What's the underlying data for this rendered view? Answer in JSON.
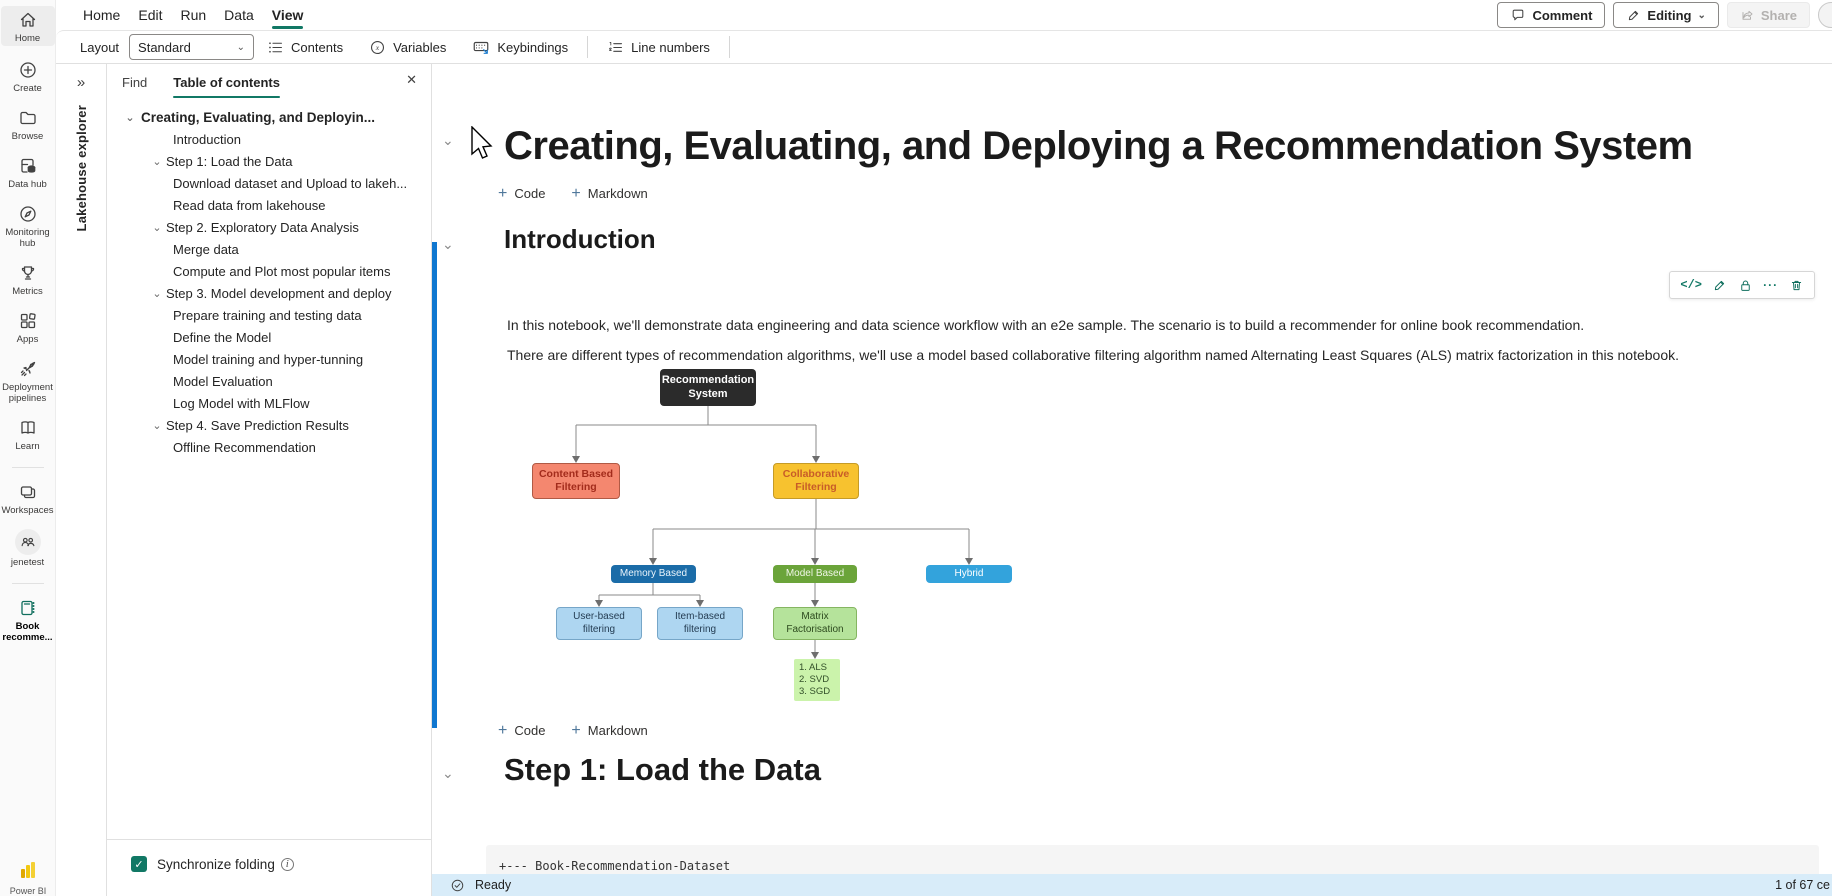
{
  "colors": {
    "accent_teal": "#117865",
    "scrollbar_blue": "#0f77d0",
    "statusbar_bg": "#d8ecf9",
    "node_black": "#2b2b2b",
    "node_salmon": "#f4876f",
    "node_yellow": "#f7c22f",
    "node_darkblue": "#1b6ca8",
    "node_green": "#6ba43a",
    "node_lightblue_box": "#33a3dc",
    "node_paleblue": "#aed6f1",
    "node_palegreen": "#b5e39b",
    "node_listgreen": "#cbf3ab"
  },
  "icons": {
    "plus": "+",
    "chevron_down": "⌄",
    "double_chevron_right": "»",
    "close": "✕",
    "more": "···",
    "code_glyph": "</>",
    "check": "✓",
    "info": "i"
  },
  "menu": {
    "items": [
      "Home",
      "Edit",
      "Run",
      "Data",
      "View"
    ],
    "active": "View"
  },
  "topbar": {
    "comment": "Comment",
    "editing": "Editing",
    "share": "Share"
  },
  "toolbar": {
    "layout_label": "Layout",
    "layout_value": "Standard",
    "contents": "Contents",
    "variables": "Variables",
    "keybindings": "Keybindings",
    "line_numbers": "Line numbers"
  },
  "rail": {
    "items": [
      {
        "label": "Home"
      },
      {
        "label": "Create"
      },
      {
        "label": "Browse"
      },
      {
        "label": "Data hub"
      },
      {
        "label": "Monitoring hub"
      },
      {
        "label": "Metrics"
      },
      {
        "label": "Apps"
      },
      {
        "label": "Deployment pipelines"
      },
      {
        "label": "Learn"
      },
      {
        "label": "Workspaces"
      },
      {
        "label": "jenetest"
      },
      {
        "label": "Book recomme..."
      }
    ],
    "brand": "Power BI"
  },
  "explorer": {
    "title": "Lakehouse explorer"
  },
  "toc": {
    "tab_find": "Find",
    "tab_contents": "Table of contents",
    "items": [
      {
        "label": "Creating, Evaluating, and Deployin..."
      },
      {
        "label": "Introduction"
      },
      {
        "label": "Step 1: Load the Data"
      },
      {
        "label": "Download dataset and Upload to lakeh..."
      },
      {
        "label": "Read data from lakehouse"
      },
      {
        "label": "Step 2. Exploratory Data Analysis"
      },
      {
        "label": "Merge data"
      },
      {
        "label": "Compute and Plot most popular items"
      },
      {
        "label": "Step 3. Model development and deploy"
      },
      {
        "label": "Prepare training and testing data"
      },
      {
        "label": "Define the Model"
      },
      {
        "label": "Model training and hyper-tunning"
      },
      {
        "label": "Model Evaluation"
      },
      {
        "label": "Log Model with MLFlow"
      },
      {
        "label": "Step 4. Save Prediction Results"
      },
      {
        "label": "Offline Recommendation"
      }
    ],
    "sync_label": "Synchronize folding"
  },
  "notebook": {
    "title": "Creating, Evaluating, and Deploying a Recommendation System",
    "add_code": "Code",
    "add_markdown": "Markdown",
    "intro_heading": "Introduction",
    "para1": "In this notebook, we'll demonstrate data engineering and data science workflow with an e2e sample. The scenario is to build a recommender for online book recommendation.",
    "para2": "There are different types of recommendation algorithms, we'll use a model based collaborative filtering algorithm named Alternating Least Squares (ALS) matrix factorization in this notebook.",
    "step1_heading": "Step 1: Load the Data",
    "code_line": "+--- Book-Recommendation-Dataset"
  },
  "diagram": {
    "rec": "Recommendation System",
    "content": "Content Based Filtering",
    "collab": "Collaborative Filtering",
    "memory": "Memory Based",
    "model": "Model Based",
    "hybrid": "Hybrid",
    "user": "User-based filtering",
    "item": "Item-based filtering",
    "matrix": "Matrix Factorisation",
    "als1": "1. ALS",
    "als2": "2. SVD",
    "als3": "3. SGD"
  },
  "statusbar": {
    "status": "Ready",
    "cell_info": "1 of 67 ce"
  }
}
